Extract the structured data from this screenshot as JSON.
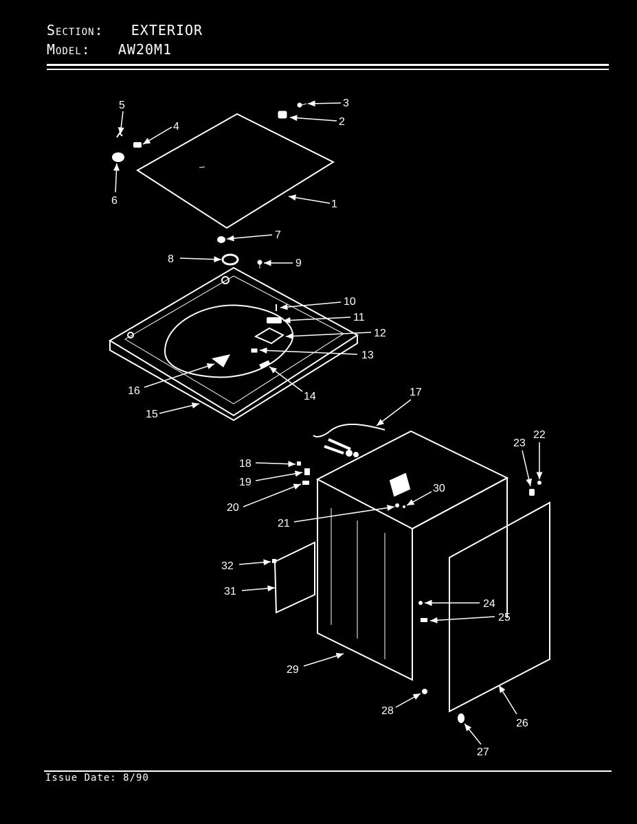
{
  "header": {
    "section_label": "Section:",
    "section_value": "EXTERIOR",
    "model_label": "Model:",
    "model_value": "AW20M1"
  },
  "footer": {
    "issue_label": "Issue Date:",
    "issue_value": "8/90"
  },
  "callouts": [
    "1",
    "2",
    "3",
    "4",
    "5",
    "6",
    "7",
    "8",
    "9",
    "10",
    "11",
    "12",
    "13",
    "14",
    "15",
    "16",
    "17",
    "18",
    "19",
    "20",
    "21",
    "22",
    "23",
    "24",
    "25",
    "26",
    "27",
    "28",
    "29",
    "30",
    "31",
    "32"
  ]
}
